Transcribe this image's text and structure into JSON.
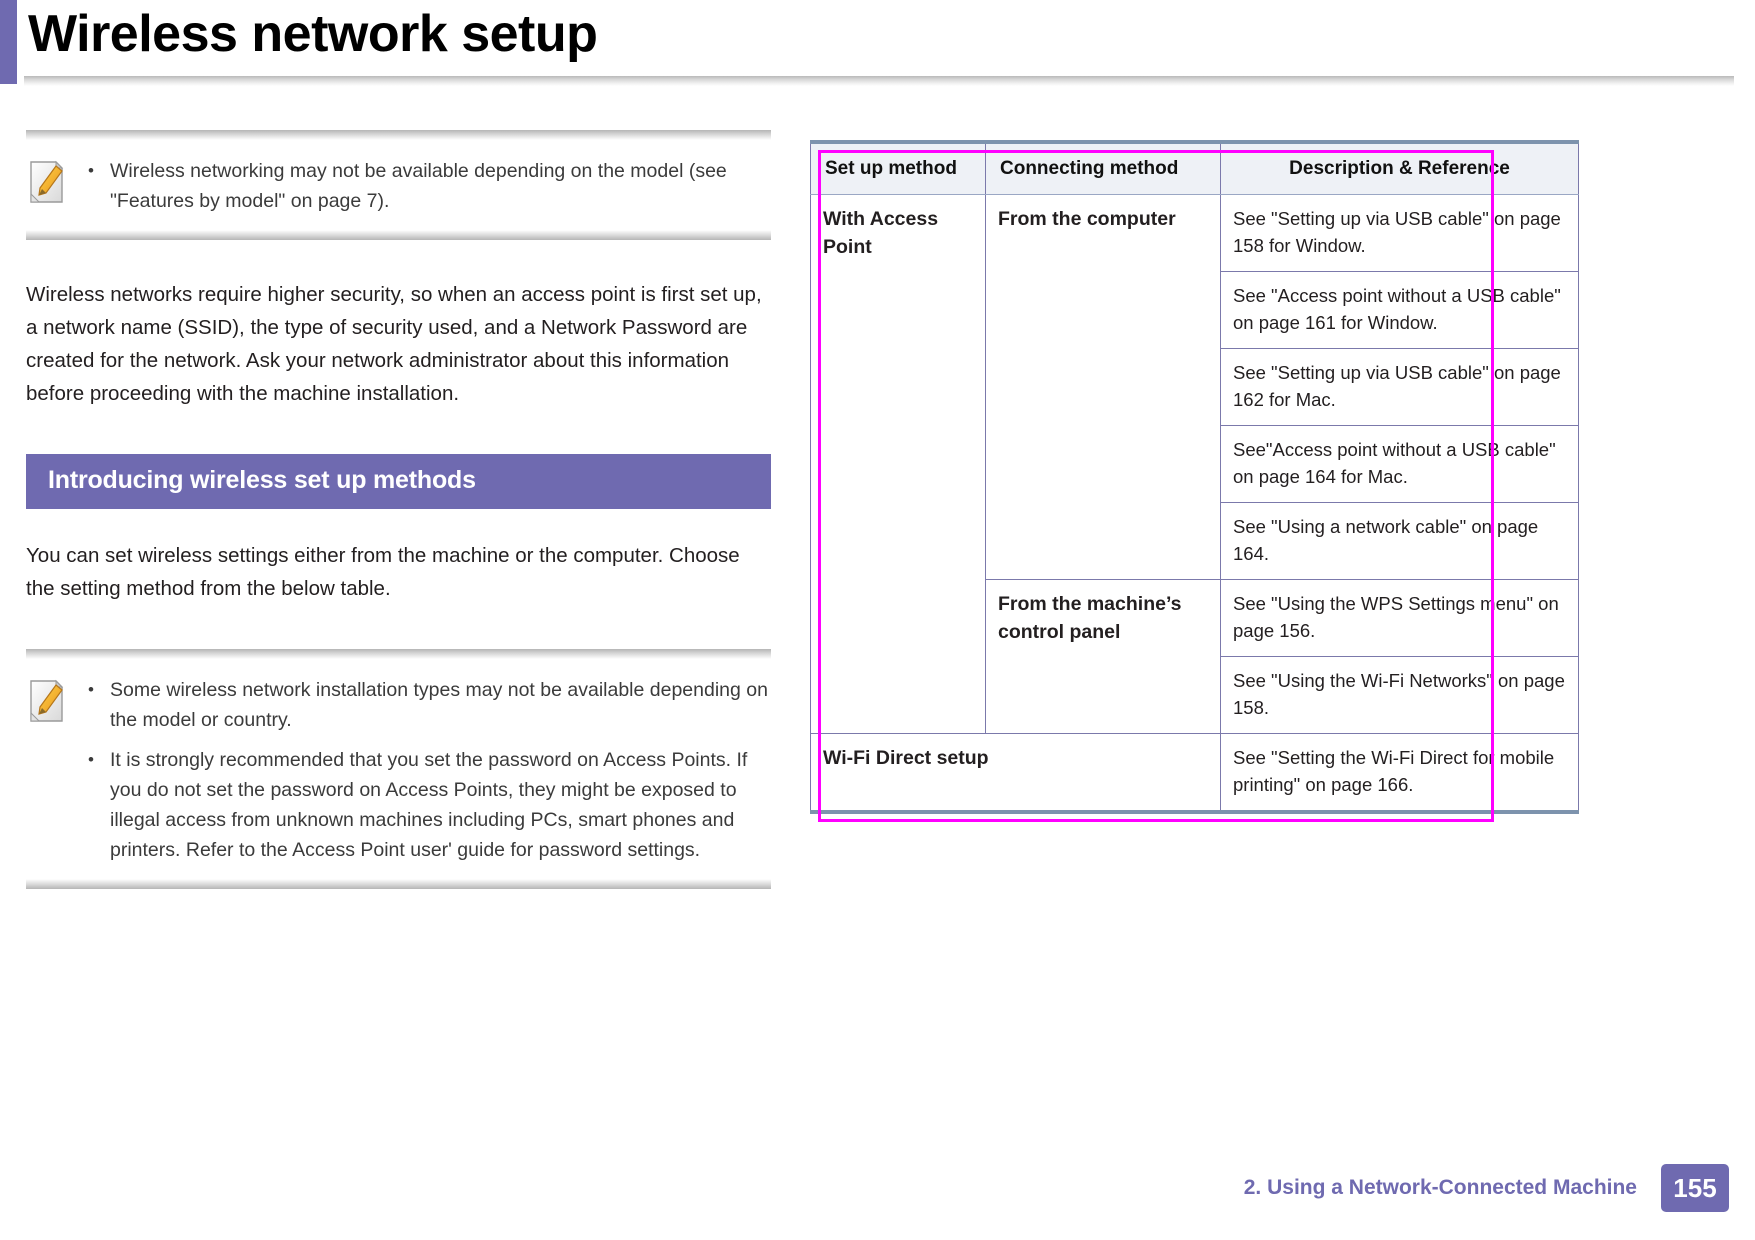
{
  "header": {
    "title": "Wireless network setup",
    "accent_color": "#6f6ab0"
  },
  "left_column": {
    "note_top": {
      "icon": "note-pencil-icon",
      "items": [
        "Wireless networking may not be available depending on the model (see \"Features by model\" on page 7)."
      ]
    },
    "intro_paragraph": "Wireless networks require higher security, so when an access point is first set up, a network name (SSID), the type of security used, and a Network Password are created for the network. Ask your network administrator about this information before proceeding with the machine installation.",
    "section_heading": "Introducing wireless set up methods",
    "section_paragraph": "You can set wireless settings either from the machine or the computer. Choose the setting method from the below table.",
    "note_bottom": {
      "icon": "note-pencil-icon",
      "items": [
        "Some wireless network installation types may not be available depending on the model or country.",
        "It is strongly recommended that you set the password on Access Points. If you do not set the password on Access Points, they might be exposed to illegal access from unknown machines including PCs, smart phones and printers. Refer to the Access Point user' guide for password settings."
      ]
    }
  },
  "table": {
    "headers": [
      "Set up method",
      "Connecting method",
      "Description & Reference"
    ],
    "rows": [
      {
        "setup_method": "With Access Point",
        "connecting_method": "From the computer",
        "descriptions": [
          "See \"Setting up via USB cable\" on page 158 for Window.",
          "See \"Access point without a USB cable\" on page 161 for Window.",
          "See \"Setting up via USB cable\" on page 162 for Mac.",
          "See\"Access point without a USB cable\" on page 164 for Mac.",
          "See \"Using a network cable\" on page 164."
        ]
      },
      {
        "setup_method": "",
        "connecting_method": "From the machine’s control panel",
        "descriptions": [
          "See \"Using the WPS Settings menu\" on page 156.",
          "See \"Using the Wi-Fi Networks\" on page 158."
        ]
      },
      {
        "setup_method": "Wi-Fi Direct setup",
        "connecting_method": "",
        "descriptions": [
          "See \"Setting the Wi-Fi Direct for mobile printing\" on page 166."
        ]
      }
    ]
  },
  "highlight": {
    "color": "#ff00ff",
    "label": "table-highlight-rectangle"
  },
  "footer": {
    "chapter": "2.  Using a Network-Connected Machine",
    "page_number": "155"
  }
}
